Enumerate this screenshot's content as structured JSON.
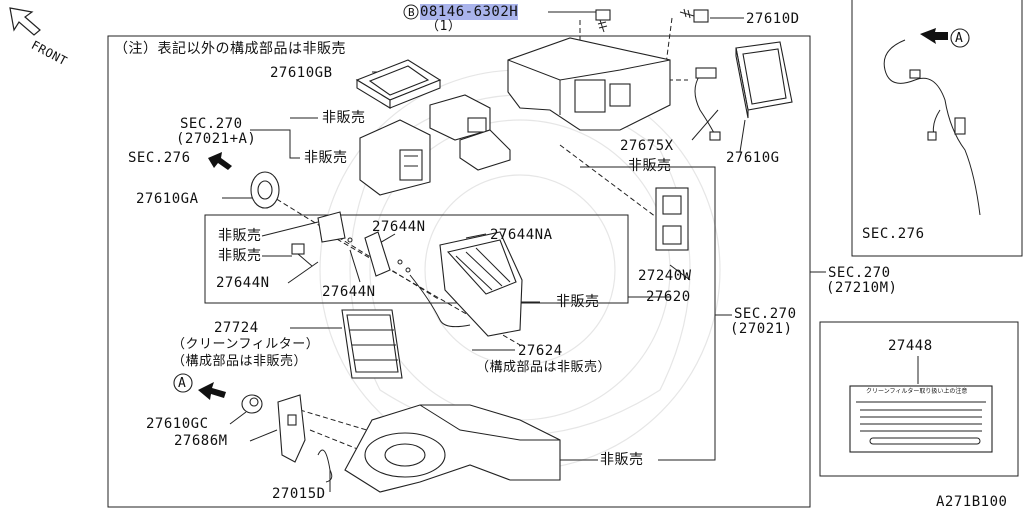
{
  "diagram": {
    "front_label": "FRONT",
    "note": "（注）表記以外の構成部品は非販売",
    "bolt_part": {
      "prefix": "B",
      "number": "08146-6302H",
      "qty": "（1）"
    },
    "parts": {
      "p27610D": "27610D",
      "p27610GB": "27610GB",
      "sec270_a": "SEC.270",
      "sec270_a_sub": "(27021+A)",
      "hihanbai_1": "非販売",
      "hihanbai_2": "非販売",
      "sec276_left": "SEC.276",
      "p27675X": "27675X",
      "p27610G": "27610G",
      "hihanbai_3": "非販売",
      "p27610GA": "27610GA",
      "p27644N_top": "27644N",
      "p27644NA": "27644NA",
      "hihanbai_4": "非販売",
      "hihanbai_5": "非販売",
      "p27240W": "27240W",
      "p27644N_left": "27644N",
      "p27644N_mid": "27644N",
      "hihanbai_6": "非販売",
      "p27620": "27620",
      "sec270_b": "SEC.270",
      "sec270_b_sub": "(27210M)",
      "sec270_c": "SEC.270",
      "sec270_c_sub": "(27021)",
      "p27724": "27724",
      "p27724_sub1": "（クリーンフィルター）",
      "p27724_sub2": "（構成部品は非販売）",
      "marker_a": "A",
      "p27624": "27624",
      "p27624_sub": "（構成部品は非販売）",
      "p27610GC": "27610GC",
      "p27686M": "27686M",
      "hihanbai_7": "非販売",
      "p27015D": "27015D"
    },
    "inset_top": {
      "marker": "A",
      "label": "SEC.276"
    },
    "inset_bottom": {
      "part": "27448",
      "sticker_text": "クリーンフィルター取り扱い上の注意"
    },
    "figure_code": "A271B100"
  }
}
